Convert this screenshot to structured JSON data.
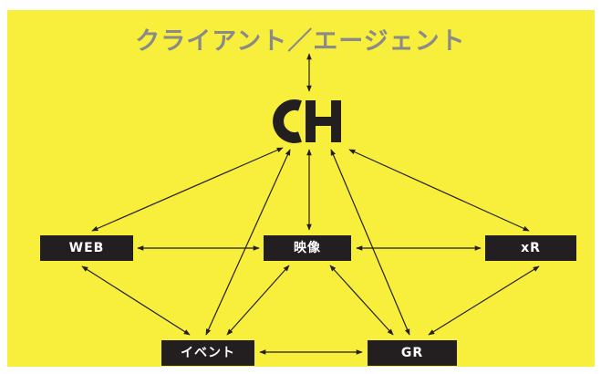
{
  "title": "クライアント／エージェント",
  "logo": {
    "text": "CH",
    "color": "#231f20"
  },
  "nodes": {
    "web": "WEB",
    "video": "映像",
    "xr": "xR",
    "event": "イベント",
    "gr": "GR"
  },
  "colors": {
    "background": "#f8ee3c",
    "title": "#8a8a8a",
    "node_fill": "#231f20",
    "node_text": "#ffffff",
    "arrow": "#231f20"
  },
  "connections": [
    [
      "title",
      "ch"
    ],
    [
      "ch",
      "web"
    ],
    [
      "ch",
      "video"
    ],
    [
      "ch",
      "xr"
    ],
    [
      "ch",
      "event"
    ],
    [
      "ch",
      "gr"
    ],
    [
      "web",
      "video"
    ],
    [
      "video",
      "xr"
    ],
    [
      "web",
      "event"
    ],
    [
      "video",
      "event"
    ],
    [
      "video",
      "gr"
    ],
    [
      "xr",
      "gr"
    ],
    [
      "event",
      "gr"
    ]
  ]
}
